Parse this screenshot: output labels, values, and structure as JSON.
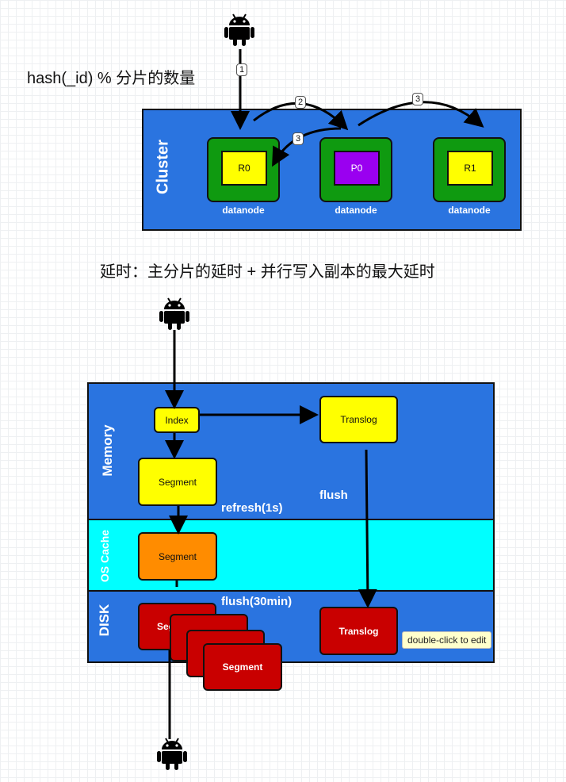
{
  "top_formula": "hash(_id) % 分片的数量",
  "cluster": {
    "label": "Cluster",
    "node_label": "datanode",
    "shards": [
      "R0",
      "P0",
      "R1"
    ]
  },
  "steps": [
    "1",
    "2",
    "3",
    "3"
  ],
  "latency_text": "延时：主分片的延时 + 并行写入副本的最大延时",
  "sections": {
    "memory": "Memory",
    "os_cache": "OS Cache",
    "disk": "DISK"
  },
  "boxes": {
    "index": "Index",
    "translog": "Translog",
    "segment": "Segment",
    "seg_partial": "Seg"
  },
  "flow_labels": {
    "refresh": "refresh(1s)",
    "flush": "flush",
    "flush_timed": "flush(30min)"
  },
  "tooltip": "double-click to edit",
  "icons": [
    "android-icon"
  ],
  "colors": {
    "panel_blue": "#2a74e0",
    "node_green": "#0f9a10",
    "replica_yellow": "#ffff00",
    "primary_purple": "#9a00f0",
    "os_cache_cyan": "#00ffff",
    "segment_orange": "#ff8c00",
    "disk_red": "#c90000"
  }
}
